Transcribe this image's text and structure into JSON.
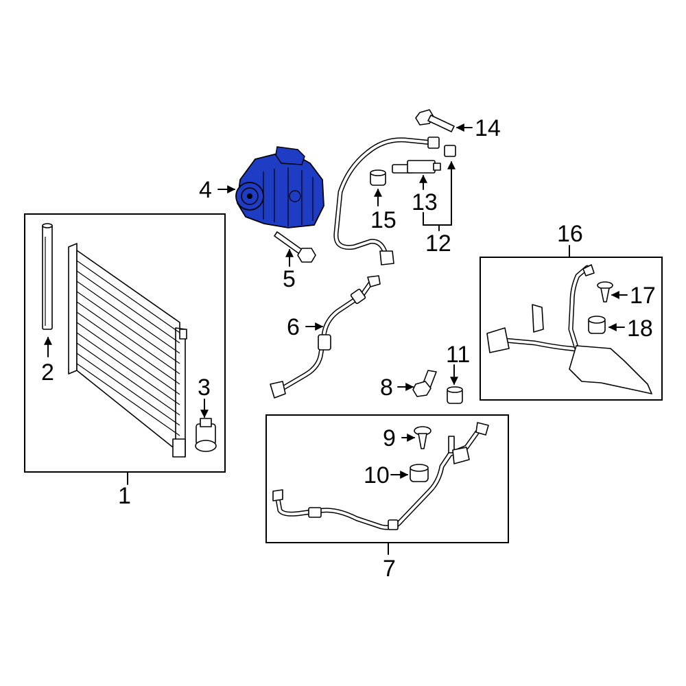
{
  "highlight_color": "#1f3cc4",
  "highlighted_part": "4",
  "callouts": {
    "c1": "1",
    "c2": "2",
    "c3": "3",
    "c4": "4",
    "c5": "5",
    "c6": "6",
    "c7": "7",
    "c8": "8",
    "c9": "9",
    "c10": "10",
    "c11": "11",
    "c12": "12",
    "c13": "13",
    "c14": "14",
    "c15": "15",
    "c16": "16",
    "c17": "17",
    "c18": "18"
  }
}
